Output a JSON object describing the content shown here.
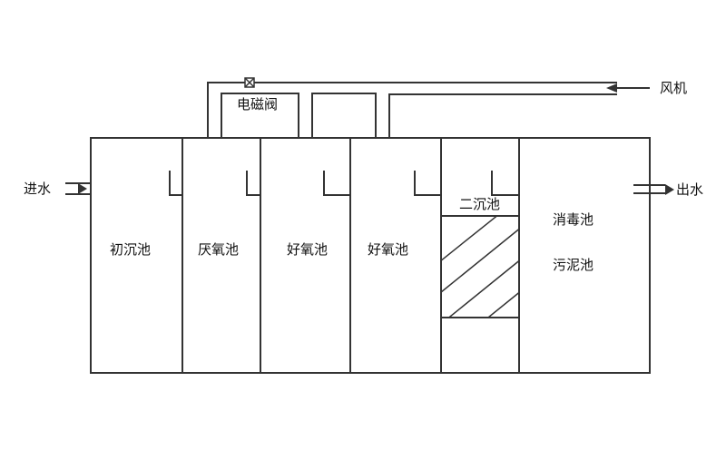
{
  "diagram": {
    "inlet_label": "进水",
    "outlet_label": "出水",
    "blower_label": "风机",
    "valve_label": "电磁阀",
    "tanks": [
      {
        "name": "初沉池"
      },
      {
        "name": "厌氧池"
      },
      {
        "name": "好氧池"
      },
      {
        "name": "好氧池"
      },
      {
        "name": "二沉池"
      },
      {
        "name": "消毒池"
      },
      {
        "name": "污泥池"
      }
    ],
    "colors": {
      "line": "#333333",
      "background": "#ffffff"
    }
  }
}
